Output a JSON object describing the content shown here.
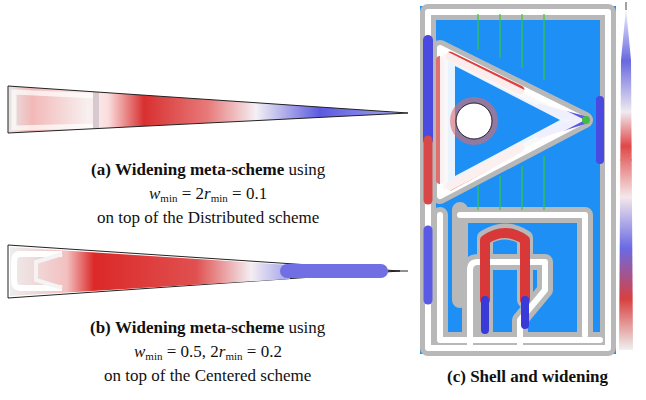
{
  "diagram": {
    "labels": [
      "(a)",
      "Widening meta-scheme",
      "using",
      "w",
      "min",
      "= 2",
      "r",
      "min",
      "= 0.1",
      "on top of the Distributed scheme",
      "(b)",
      "Widening meta-scheme",
      "using",
      "w",
      "min",
      "= 0.5, 2",
      "r",
      "min",
      "= 0.2",
      "on top of the Centered scheme",
      "(c)",
      "Shell and widening"
    ]
  }
}
